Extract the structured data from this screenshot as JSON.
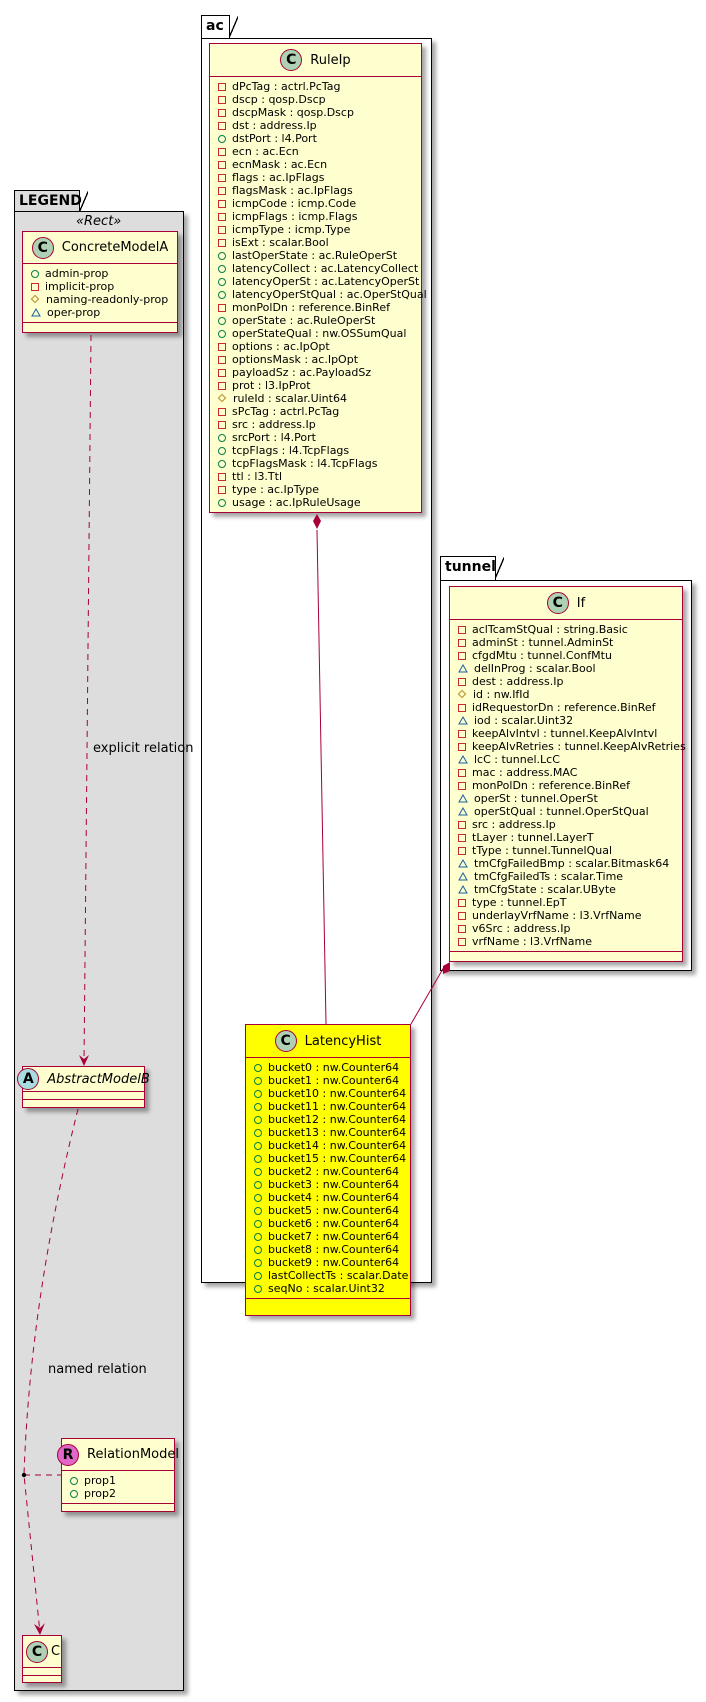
{
  "packages": {
    "legend": {
      "name": "LEGEND",
      "stereotype": "«Rect»"
    },
    "ac": {
      "name": "ac"
    },
    "tunnel": {
      "name": "tunnel"
    }
  },
  "legend": {
    "concrete": {
      "name": "ConcreteModelA",
      "badge": "C",
      "attrs": [
        {
          "vis": "public",
          "text": "admin-prop"
        },
        {
          "vis": "private",
          "text": "implicit-prop"
        },
        {
          "vis": "protected",
          "text": "naming-readonly-prop"
        },
        {
          "vis": "package",
          "text": "oper-prop"
        }
      ]
    },
    "abstract": {
      "name": "AbstractModelB",
      "badge": "A"
    },
    "relation": {
      "name": "RelationModel",
      "badge": "R",
      "attrs": [
        {
          "vis": "public",
          "text": "prop1"
        },
        {
          "vis": "public",
          "text": "prop2"
        }
      ]
    },
    "c": {
      "name": "C",
      "badge": "C"
    },
    "labels": {
      "explicit": "explicit relation",
      "named": "named relation"
    }
  },
  "ruleip": {
    "name": "RuleIp",
    "badge": "C",
    "attrs": [
      {
        "vis": "private",
        "text": "dPcTag : actrl.PcTag"
      },
      {
        "vis": "private",
        "text": "dscp : qosp.Dscp"
      },
      {
        "vis": "private",
        "text": "dscpMask : qosp.Dscp"
      },
      {
        "vis": "private",
        "text": "dst : address.Ip"
      },
      {
        "vis": "public",
        "text": "dstPort : l4.Port"
      },
      {
        "vis": "private",
        "text": "ecn : ac.Ecn"
      },
      {
        "vis": "private",
        "text": "ecnMask : ac.Ecn"
      },
      {
        "vis": "private",
        "text": "flags : ac.IpFlags"
      },
      {
        "vis": "private",
        "text": "flagsMask : ac.IpFlags"
      },
      {
        "vis": "private",
        "text": "icmpCode : icmp.Code"
      },
      {
        "vis": "private",
        "text": "icmpFlags : icmp.Flags"
      },
      {
        "vis": "private",
        "text": "icmpType : icmp.Type"
      },
      {
        "vis": "private",
        "text": "isExt : scalar.Bool"
      },
      {
        "vis": "public",
        "text": "lastOperState : ac.RuleOperSt"
      },
      {
        "vis": "public",
        "text": "latencyCollect : ac.LatencyCollect"
      },
      {
        "vis": "public",
        "text": "latencyOperSt : ac.LatencyOperSt"
      },
      {
        "vis": "public",
        "text": "latencyOperStQual : ac.OperStQual"
      },
      {
        "vis": "private",
        "text": "monPolDn : reference.BinRef"
      },
      {
        "vis": "public",
        "text": "operState : ac.RuleOperSt"
      },
      {
        "vis": "public",
        "text": "operStateQual : nw.OSSumQual"
      },
      {
        "vis": "private",
        "text": "options : ac.IpOpt"
      },
      {
        "vis": "private",
        "text": "optionsMask : ac.IpOpt"
      },
      {
        "vis": "private",
        "text": "payloadSz : ac.PayloadSz"
      },
      {
        "vis": "private",
        "text": "prot : l3.IpProt"
      },
      {
        "vis": "protected",
        "text": "ruleId : scalar.Uint64"
      },
      {
        "vis": "private",
        "text": "sPcTag : actrl.PcTag"
      },
      {
        "vis": "private",
        "text": "src : address.Ip"
      },
      {
        "vis": "public",
        "text": "srcPort : l4.Port"
      },
      {
        "vis": "public",
        "text": "tcpFlags : l4.TcpFlags"
      },
      {
        "vis": "public",
        "text": "tcpFlagsMask : l4.TcpFlags"
      },
      {
        "vis": "private",
        "text": "ttl : l3.Ttl"
      },
      {
        "vis": "private",
        "text": "type : ac.IpType"
      },
      {
        "vis": "public",
        "text": "usage : ac.IpRuleUsage"
      }
    ]
  },
  "latencyhist": {
    "name": "LatencyHist",
    "badge": "C",
    "attrs": [
      {
        "vis": "public",
        "text": "bucket0 : nw.Counter64"
      },
      {
        "vis": "public",
        "text": "bucket1 : nw.Counter64"
      },
      {
        "vis": "public",
        "text": "bucket10 : nw.Counter64"
      },
      {
        "vis": "public",
        "text": "bucket11 : nw.Counter64"
      },
      {
        "vis": "public",
        "text": "bucket12 : nw.Counter64"
      },
      {
        "vis": "public",
        "text": "bucket13 : nw.Counter64"
      },
      {
        "vis": "public",
        "text": "bucket14 : nw.Counter64"
      },
      {
        "vis": "public",
        "text": "bucket15 : nw.Counter64"
      },
      {
        "vis": "public",
        "text": "bucket2 : nw.Counter64"
      },
      {
        "vis": "public",
        "text": "bucket3 : nw.Counter64"
      },
      {
        "vis": "public",
        "text": "bucket4 : nw.Counter64"
      },
      {
        "vis": "public",
        "text": "bucket5 : nw.Counter64"
      },
      {
        "vis": "public",
        "text": "bucket6 : nw.Counter64"
      },
      {
        "vis": "public",
        "text": "bucket7 : nw.Counter64"
      },
      {
        "vis": "public",
        "text": "bucket8 : nw.Counter64"
      },
      {
        "vis": "public",
        "text": "bucket9 : nw.Counter64"
      },
      {
        "vis": "public",
        "text": "lastCollectTs : scalar.Date"
      },
      {
        "vis": "public",
        "text": "seqNo : scalar.Uint32"
      }
    ]
  },
  "tunnelif": {
    "name": "If",
    "badge": "C",
    "attrs": [
      {
        "vis": "private",
        "text": "aclTcamStQual : string.Basic"
      },
      {
        "vis": "private",
        "text": "adminSt : tunnel.AdminSt"
      },
      {
        "vis": "private",
        "text": "cfgdMtu : tunnel.ConfMtu"
      },
      {
        "vis": "package",
        "text": "delInProg : scalar.Bool"
      },
      {
        "vis": "private",
        "text": "dest : address.Ip"
      },
      {
        "vis": "protected",
        "text": "id : nw.IfId"
      },
      {
        "vis": "private",
        "text": "idRequestorDn : reference.BinRef"
      },
      {
        "vis": "package",
        "text": "iod : scalar.Uint32"
      },
      {
        "vis": "private",
        "text": "keepAlvIntvl : tunnel.KeepAlvIntvl"
      },
      {
        "vis": "private",
        "text": "keepAlvRetries : tunnel.KeepAlvRetries"
      },
      {
        "vis": "package",
        "text": "lcC : tunnel.LcC"
      },
      {
        "vis": "private",
        "text": "mac : address.MAC"
      },
      {
        "vis": "private",
        "text": "monPolDn : reference.BinRef"
      },
      {
        "vis": "package",
        "text": "operSt : tunnel.OperSt"
      },
      {
        "vis": "package",
        "text": "operStQual : tunnel.OperStQual"
      },
      {
        "vis": "private",
        "text": "src : address.Ip"
      },
      {
        "vis": "private",
        "text": "tLayer : tunnel.LayerT"
      },
      {
        "vis": "private",
        "text": "tType : tunnel.TunnelQual"
      },
      {
        "vis": "package",
        "text": "tmCfgFailedBmp : scalar.Bitmask64"
      },
      {
        "vis": "package",
        "text": "tmCfgFailedTs : scalar.Time"
      },
      {
        "vis": "package",
        "text": "tmCfgState : scalar.UByte"
      },
      {
        "vis": "private",
        "text": "type : tunnel.EpT"
      },
      {
        "vis": "private",
        "text": "underlayVrfName : l3.VrfName"
      },
      {
        "vis": "private",
        "text": "v6Src : address.Ip"
      },
      {
        "vis": "private",
        "text": "vrfName : l3.VrfName"
      }
    ]
  },
  "colors": {
    "class_border": "#a80036",
    "class_fill": "#fefece",
    "highlight_fill": "#ffff00",
    "legend_fill": "#dddddd",
    "private": "#c82930",
    "public": "#038048",
    "protected": "#b38d22",
    "package": "#1963a0"
  }
}
